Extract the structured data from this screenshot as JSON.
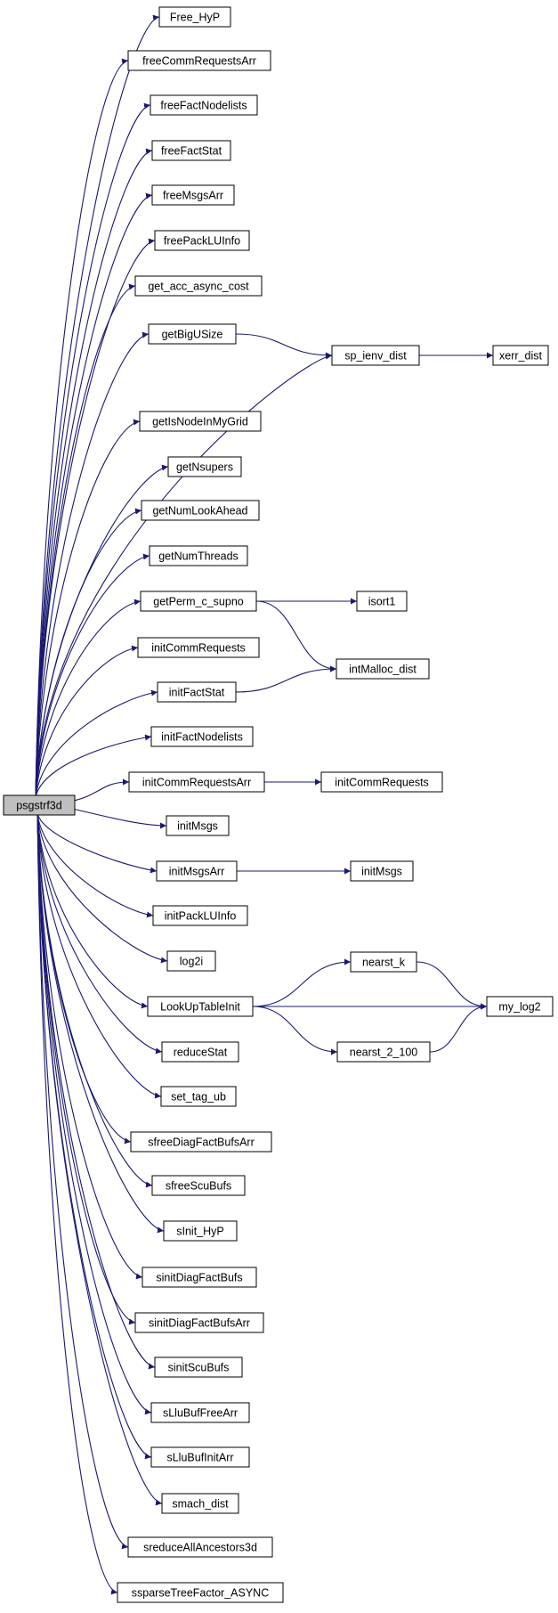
{
  "graph": {
    "root": "psgstrf3d",
    "nodes": [
      {
        "id": "root",
        "label": "psgstrf3d",
        "highlight": true
      },
      {
        "id": "free-hyp",
        "label": "Free_HyP"
      },
      {
        "id": "free-comm-requests-arr",
        "label": "freeCommRequestsArr"
      },
      {
        "id": "free-fact-nodelists",
        "label": "freeFactNodelists"
      },
      {
        "id": "free-fact-stat",
        "label": "freeFactStat"
      },
      {
        "id": "free-msgs-arr",
        "label": "freeMsgsArr"
      },
      {
        "id": "free-pack-lu-info",
        "label": "freePackLUInfo"
      },
      {
        "id": "get-acc-async-cost",
        "label": "get_acc_async_cost"
      },
      {
        "id": "get-big-u-size",
        "label": "getBigUSize"
      },
      {
        "id": "sp-ienv-dist",
        "label": "sp_ienv_dist"
      },
      {
        "id": "xerr-dist",
        "label": "xerr_dist"
      },
      {
        "id": "get-is-node-in-my-grid",
        "label": "getIsNodeInMyGrid"
      },
      {
        "id": "get-nsupers",
        "label": "getNsupers"
      },
      {
        "id": "get-num-look-ahead",
        "label": "getNumLookAhead"
      },
      {
        "id": "get-num-threads",
        "label": "getNumThreads"
      },
      {
        "id": "get-perm-c-supno",
        "label": "getPerm_c_supno"
      },
      {
        "id": "isort1",
        "label": "isort1"
      },
      {
        "id": "init-comm-requests",
        "label": "initCommRequests"
      },
      {
        "id": "int-malloc-dist",
        "label": "intMalloc_dist"
      },
      {
        "id": "init-fact-stat",
        "label": "initFactStat"
      },
      {
        "id": "init-fact-nodelists",
        "label": "initFactNodelists"
      },
      {
        "id": "init-comm-requests-arr",
        "label": "initCommRequestsArr"
      },
      {
        "id": "init-comm-requests-2",
        "label": "initCommRequests"
      },
      {
        "id": "init-msgs",
        "label": "initMsgs"
      },
      {
        "id": "init-msgs-arr",
        "label": "initMsgsArr"
      },
      {
        "id": "init-msgs-2",
        "label": "initMsgs"
      },
      {
        "id": "init-pack-lu-info",
        "label": "initPackLUInfo"
      },
      {
        "id": "log2i",
        "label": "log2i"
      },
      {
        "id": "look-up-table-init",
        "label": "LookUpTableInit"
      },
      {
        "id": "nearst-k",
        "label": "nearst_k"
      },
      {
        "id": "my-log2",
        "label": "my_log2"
      },
      {
        "id": "nearst-2-100",
        "label": "nearst_2_100"
      },
      {
        "id": "reduce-stat",
        "label": "reduceStat"
      },
      {
        "id": "set-tag-ub",
        "label": "set_tag_ub"
      },
      {
        "id": "sfree-diag-fact-bufs-arr",
        "label": "sfreeDiagFactBufsArr"
      },
      {
        "id": "sfree-scu-bufs",
        "label": "sfreeScuBufs"
      },
      {
        "id": "sinit-hyp",
        "label": "sInit_HyP"
      },
      {
        "id": "sinit-diag-fact-bufs",
        "label": "sinitDiagFactBufs"
      },
      {
        "id": "sinit-diag-fact-bufs-arr",
        "label": "sinitDiagFactBufsArr"
      },
      {
        "id": "sinit-scu-bufs",
        "label": "sinitScuBufs"
      },
      {
        "id": "slu-buf-free-arr",
        "label": "sLluBufFreeArr"
      },
      {
        "id": "slu-buf-init-arr",
        "label": "sLluBufInitArr"
      },
      {
        "id": "smach-dist",
        "label": "smach_dist"
      },
      {
        "id": "sreduce-all-ancestors-3d",
        "label": "sreduceAllAncestors3d"
      },
      {
        "id": "ssparse-tree-factor-async",
        "label": "ssparseTreeFactor_ASYNC"
      }
    ],
    "edges": [
      [
        "root",
        "free-hyp"
      ],
      [
        "root",
        "free-comm-requests-arr"
      ],
      [
        "root",
        "free-fact-nodelists"
      ],
      [
        "root",
        "free-fact-stat"
      ],
      [
        "root",
        "free-msgs-arr"
      ],
      [
        "root",
        "free-pack-lu-info"
      ],
      [
        "root",
        "get-acc-async-cost"
      ],
      [
        "root",
        "get-big-u-size"
      ],
      [
        "root",
        "sp-ienv-dist"
      ],
      [
        "root",
        "get-is-node-in-my-grid"
      ],
      [
        "root",
        "get-nsupers"
      ],
      [
        "root",
        "get-num-look-ahead"
      ],
      [
        "root",
        "get-num-threads"
      ],
      [
        "root",
        "get-perm-c-supno"
      ],
      [
        "root",
        "init-comm-requests"
      ],
      [
        "root",
        "init-fact-stat"
      ],
      [
        "root",
        "init-fact-nodelists"
      ],
      [
        "root",
        "init-comm-requests-arr"
      ],
      [
        "root",
        "init-msgs"
      ],
      [
        "root",
        "init-msgs-arr"
      ],
      [
        "root",
        "init-pack-lu-info"
      ],
      [
        "root",
        "log2i"
      ],
      [
        "root",
        "look-up-table-init"
      ],
      [
        "root",
        "reduce-stat"
      ],
      [
        "root",
        "set-tag-ub"
      ],
      [
        "root",
        "sfree-diag-fact-bufs-arr"
      ],
      [
        "root",
        "sfree-scu-bufs"
      ],
      [
        "root",
        "sinit-hyp"
      ],
      [
        "root",
        "sinit-diag-fact-bufs"
      ],
      [
        "root",
        "sinit-diag-fact-bufs-arr"
      ],
      [
        "root",
        "sinit-scu-bufs"
      ],
      [
        "root",
        "slu-buf-free-arr"
      ],
      [
        "root",
        "slu-buf-init-arr"
      ],
      [
        "root",
        "smach-dist"
      ],
      [
        "root",
        "sreduce-all-ancestors-3d"
      ],
      [
        "root",
        "ssparse-tree-factor-async"
      ],
      [
        "get-big-u-size",
        "sp-ienv-dist"
      ],
      [
        "sp-ienv-dist",
        "xerr-dist"
      ],
      [
        "get-perm-c-supno",
        "isort1"
      ],
      [
        "get-perm-c-supno",
        "int-malloc-dist"
      ],
      [
        "init-fact-stat",
        "int-malloc-dist"
      ],
      [
        "init-comm-requests-arr",
        "init-comm-requests-2"
      ],
      [
        "init-msgs-arr",
        "init-msgs-2"
      ],
      [
        "look-up-table-init",
        "nearst-k"
      ],
      [
        "look-up-table-init",
        "my-log2"
      ],
      [
        "look-up-table-init",
        "nearst-2-100"
      ],
      [
        "nearst-k",
        "my-log2"
      ],
      [
        "nearst-2-100",
        "my-log2"
      ]
    ],
    "colors": {
      "edge": "#191970",
      "node_border": "#000000",
      "node_fill": "#ffffff",
      "root_fill": "#bfbfbf"
    }
  }
}
